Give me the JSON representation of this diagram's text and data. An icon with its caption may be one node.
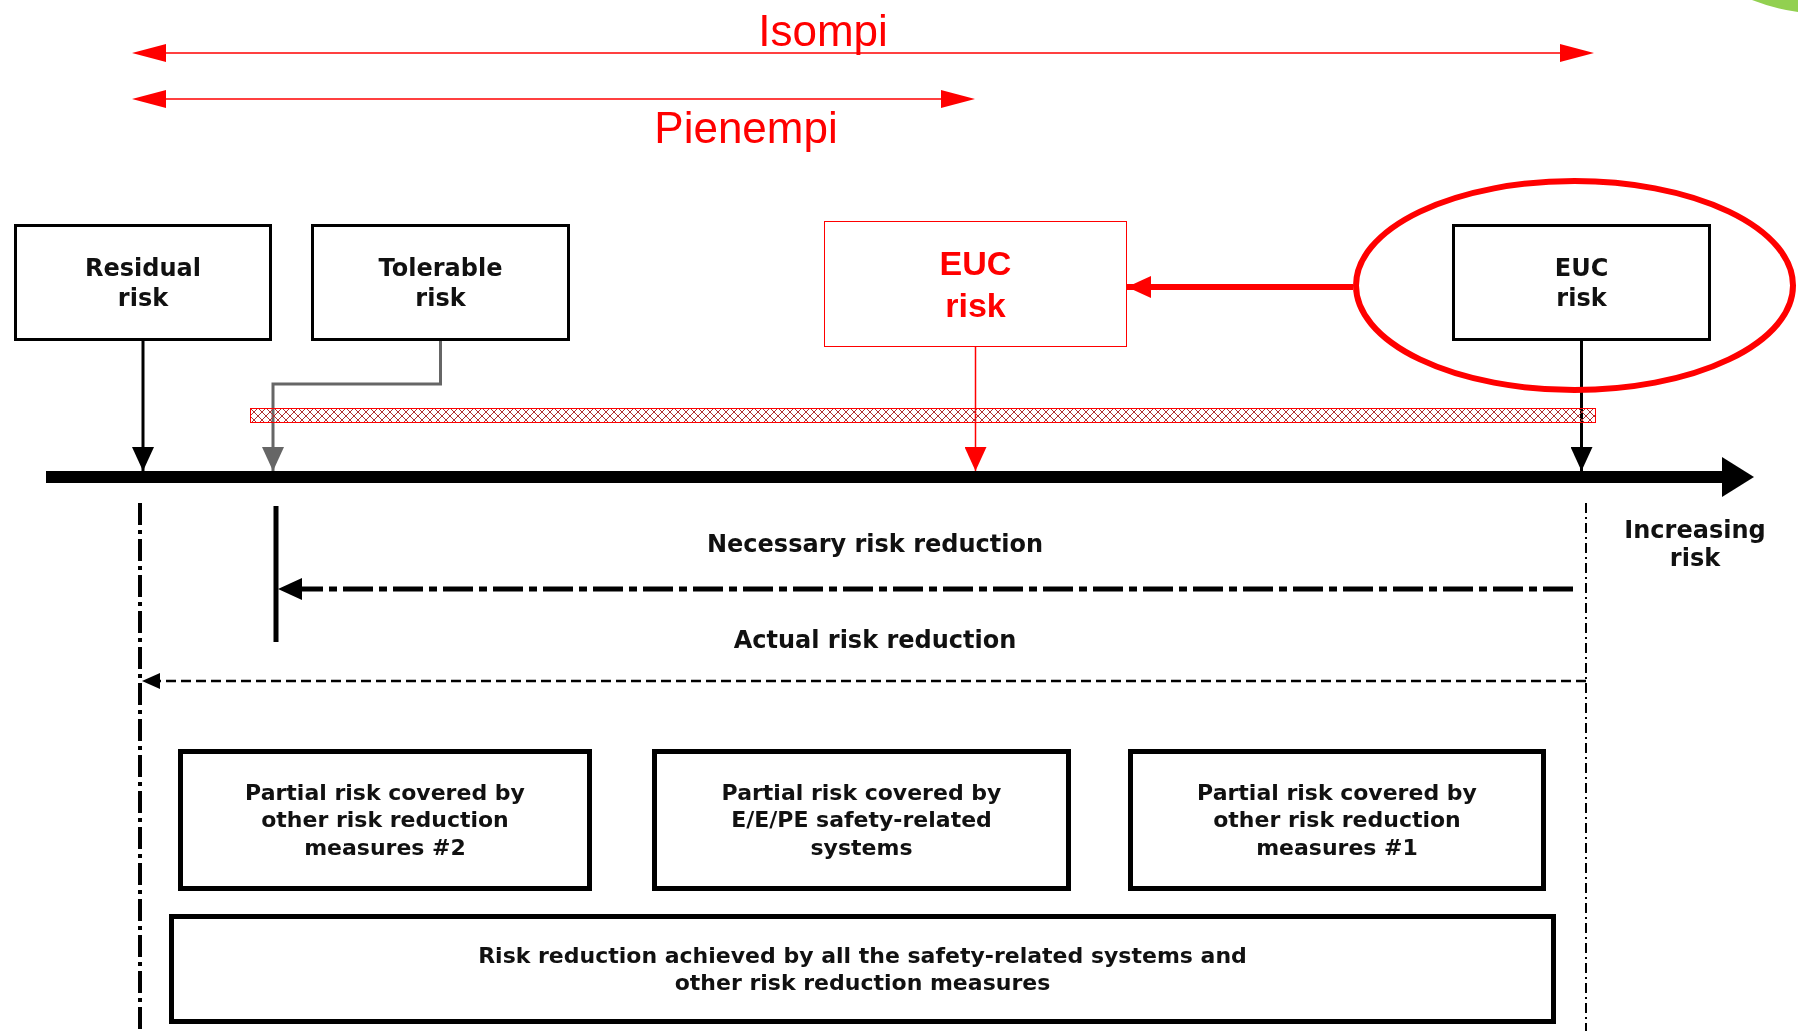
{
  "diagram": {
    "nodes": [
      {
        "text": [
          "Residual risk"
        ]
      },
      {
        "text": [
          "Tolerable risk"
        ]
      },
      {
        "text": [
          "EUC risk"
        ]
      },
      {
        "text": [],
        "shape": "circle"
      },
      {
        "text": [
          "EUC risk"
        ],
        "in": 3
      },
      {
        "text": [
          "Partial risk covered by other risk reduction measures #2"
        ]
      },
      {
        "text": [
          "Partial risk covered by E/E/PE safety-related systems"
        ]
      },
      {
        "text": [
          "Partial risk covered by other risk reduction measures #1"
        ]
      },
      {
        "text": [
          "Risk reduction achieved by all the safety-related systems and other risk reduction measures"
        ]
      },
      {
        "text": [],
        "shape": "bar"
      },
      {
        "text": [],
        "shape": "bar"
      }
    ],
    "edges": [
      {
        "from": 0,
        "to": 10,
        "arrow": "to"
      },
      {
        "from": 1,
        "to": 10,
        "arrow": "to",
        "color": "#666666"
      },
      {
        "from": 2,
        "to": 10,
        "arrow": "to",
        "color": "#ff0000"
      },
      {
        "from": 4,
        "to": 10,
        "arrow": "to"
      },
      {
        "from": 3,
        "to": 2,
        "arrow": "to",
        "color": "#ff0000",
        "style": "thick"
      }
    ],
    "labels": [
      "Isompi",
      "Pienempi",
      "Increasing risk",
      "Necessary risk reduction",
      "Actual risk reduction"
    ]
  }
}
